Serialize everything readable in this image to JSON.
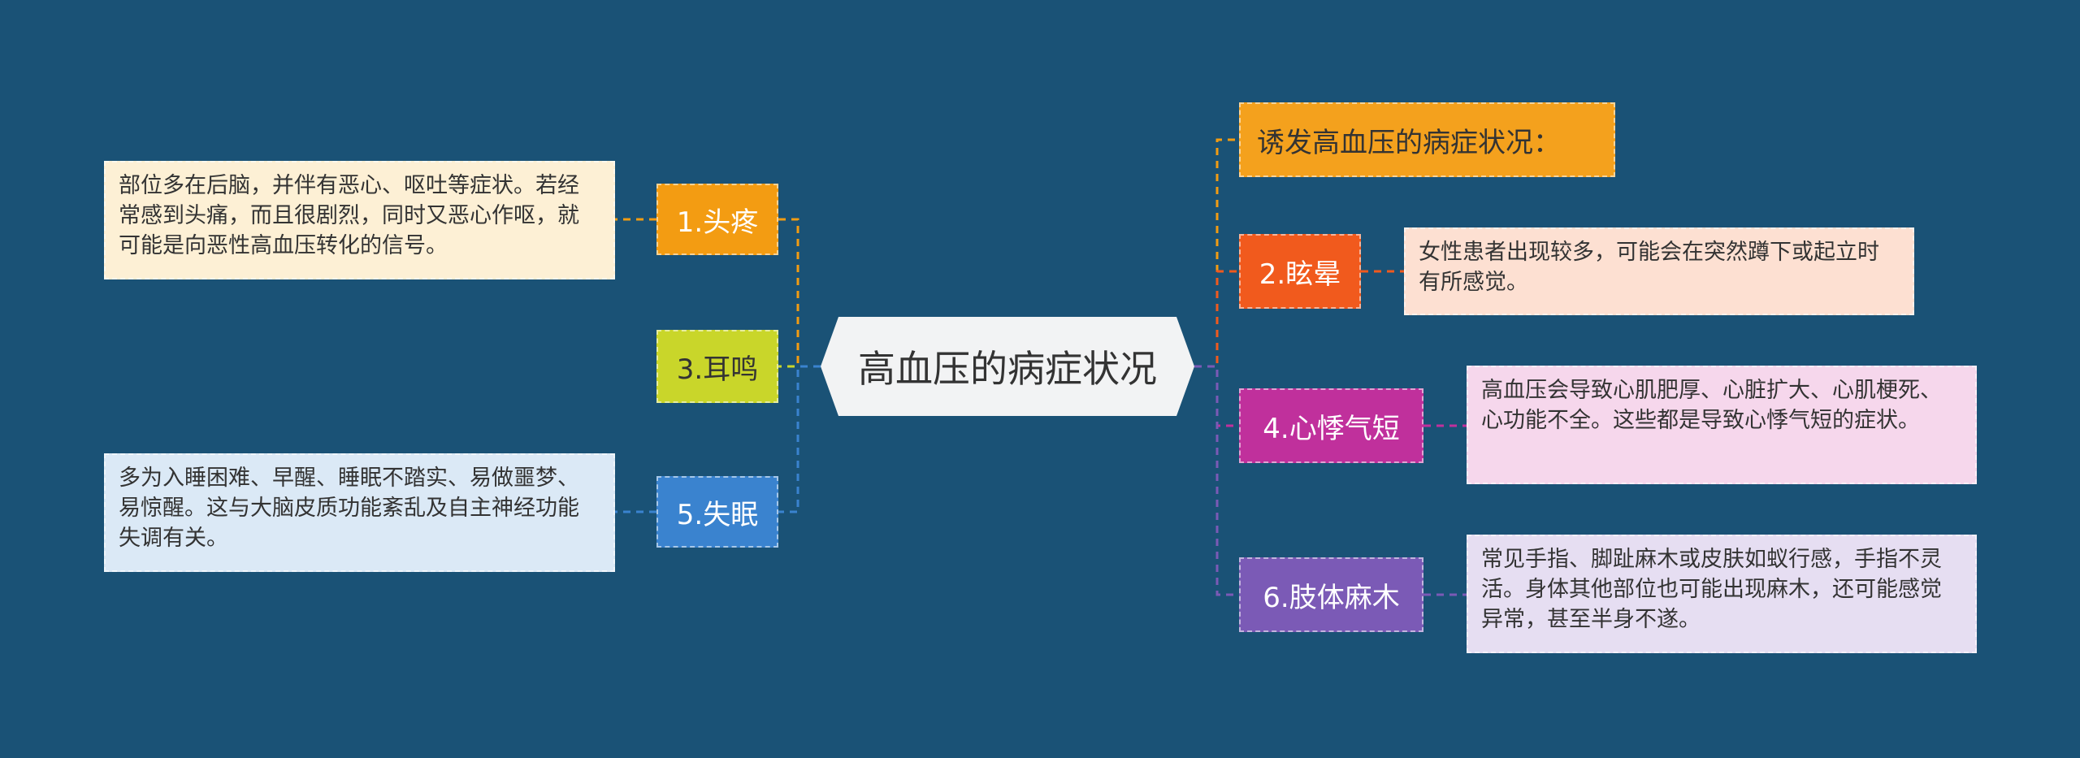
{
  "center": {
    "label": "高血压的病症状况"
  },
  "title_node": {
    "label": "诱发高血压的病症状况："
  },
  "left_nodes": [
    {
      "label": "1.头疼",
      "note": "部位多在后脑，并伴有恶心、呕吐等症状。若经常感到头痛，而且很剧烈，同时又恶心作呕，就可能是向恶性高血压转化的信号。"
    },
    {
      "label": "3.耳鸣"
    },
    {
      "label": "5.失眠",
      "note": "多为入睡困难、早醒、睡眠不踏实、易做噩梦、易惊醒。这与大脑皮质功能紊乱及自主神经功能失调有关。"
    }
  ],
  "right_nodes": [
    {
      "label": "2.眩晕",
      "note": "女性患者出现较多，可能会在突然蹲下或起立时有所感觉。"
    },
    {
      "label": "4.心悸气短",
      "note": "高血压会导致心肌肥厚、心脏扩大、心肌梗死、心功能不全。这些都是导致心悸气短的症状。"
    },
    {
      "label": "6.肢体麻木",
      "note": "常见手指、脚趾麻木或皮肤如蚁行感，手指不灵活。身体其他部位也可能出现麻木，还可能感觉异常，甚至半身不遂。"
    }
  ],
  "colors": {
    "background": "#1a5276",
    "node_1": "#f39c12",
    "node_3": "#c9d62a",
    "node_5": "#3a83cf",
    "node_2": "#f15a1d",
    "node_4": "#c0309c",
    "node_6": "#7b5ab6",
    "title_node": "#f4a11d",
    "note_1": "#fdf0d5",
    "note_5": "#dbe9f6",
    "note_2": "#fde0d2",
    "note_4": "#f6d7ec",
    "note_6": "#e6def2"
  }
}
